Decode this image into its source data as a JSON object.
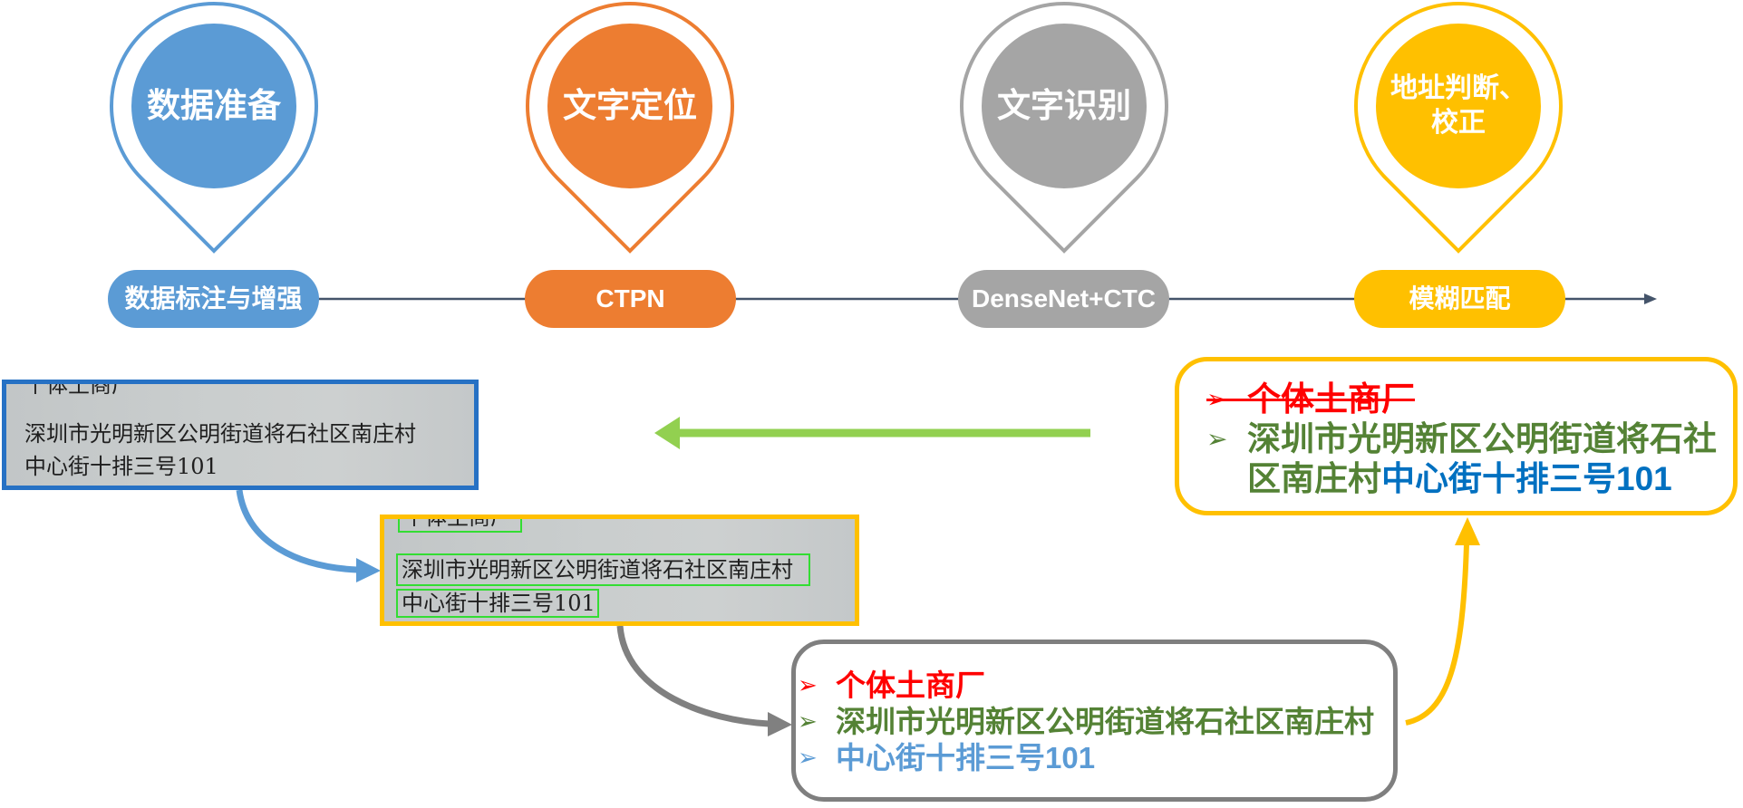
{
  "timeline": {
    "color": "#44546a"
  },
  "stages": [
    {
      "title_lines": [
        "数据准备"
      ],
      "method": "数据标注与增强",
      "color": "#5b9bd5"
    },
    {
      "title_lines": [
        "文字定位"
      ],
      "method": "CTPN",
      "color": "#ed7d31"
    },
    {
      "title_lines": [
        "文字识别"
      ],
      "method": "DenseNet+CTC",
      "color": "#a5a5a5"
    },
    {
      "title_lines": [
        "地址判断、",
        "校正"
      ],
      "method": "模糊匹配",
      "color": "#ffc000"
    }
  ],
  "source_scan": {
    "border_color": "#2671c4",
    "lines": [
      "个体土商厂",
      "深圳市光明新区公明街道将石社区南庄村",
      "中心街十排三号101"
    ]
  },
  "detected_scan": {
    "border_color": "#ffc000",
    "box_color": "#33dd33",
    "lines": [
      "个体土商厂",
      "深圳市光明新区公明街道将石社区南庄村",
      "中心街十排三号101"
    ]
  },
  "recognition_result": {
    "border_color": "#7f7f7f",
    "bullet_icon": "arrowhead-bullet",
    "items": [
      {
        "text": "个体土商厂",
        "color": "#ff0000"
      },
      {
        "text": "深圳市光明新区公明街道将石社区南庄村",
        "color": "#548235"
      },
      {
        "text": "中心街十排三号101",
        "color": "#5b9bd5"
      }
    ]
  },
  "corrected_result": {
    "border_color": "#ffc000",
    "bullet_icon": "arrowhead-bullet",
    "items": [
      {
        "strikethrough": true,
        "segments": [
          {
            "text": "个体土商厂",
            "color": "#ff0000"
          }
        ]
      },
      {
        "strikethrough": false,
        "segments": [
          {
            "text": "深圳市光明新区公明街道将石社区南庄村",
            "color": "#548235"
          },
          {
            "text": "中心街十排三号101",
            "color": "#0070c0"
          }
        ]
      }
    ]
  },
  "connectors": {
    "scan_to_detection": "#5b9bd5",
    "detection_to_recognition": "#808080",
    "recognition_to_correction": "#ffc000",
    "correction_feedback": "#92d050"
  }
}
